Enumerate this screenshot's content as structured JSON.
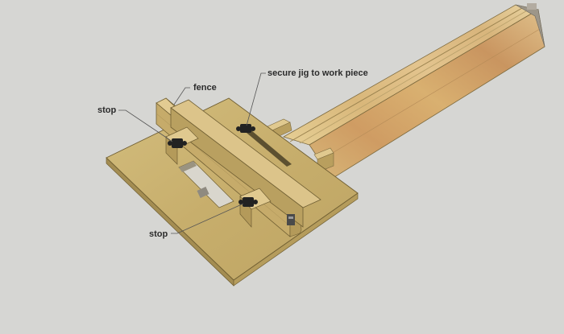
{
  "colors": {
    "background": "#d6d6d3",
    "wood_light": "#e0c98f",
    "wood_mid": "#c9ad68",
    "wood_dark": "#8a7440",
    "knob": "#222222",
    "leader_line": "#555555"
  },
  "callouts": {
    "fence": "fence",
    "stop_upper": "stop",
    "stop_lower": "stop",
    "secure_jig": "secure jig to work piece"
  }
}
